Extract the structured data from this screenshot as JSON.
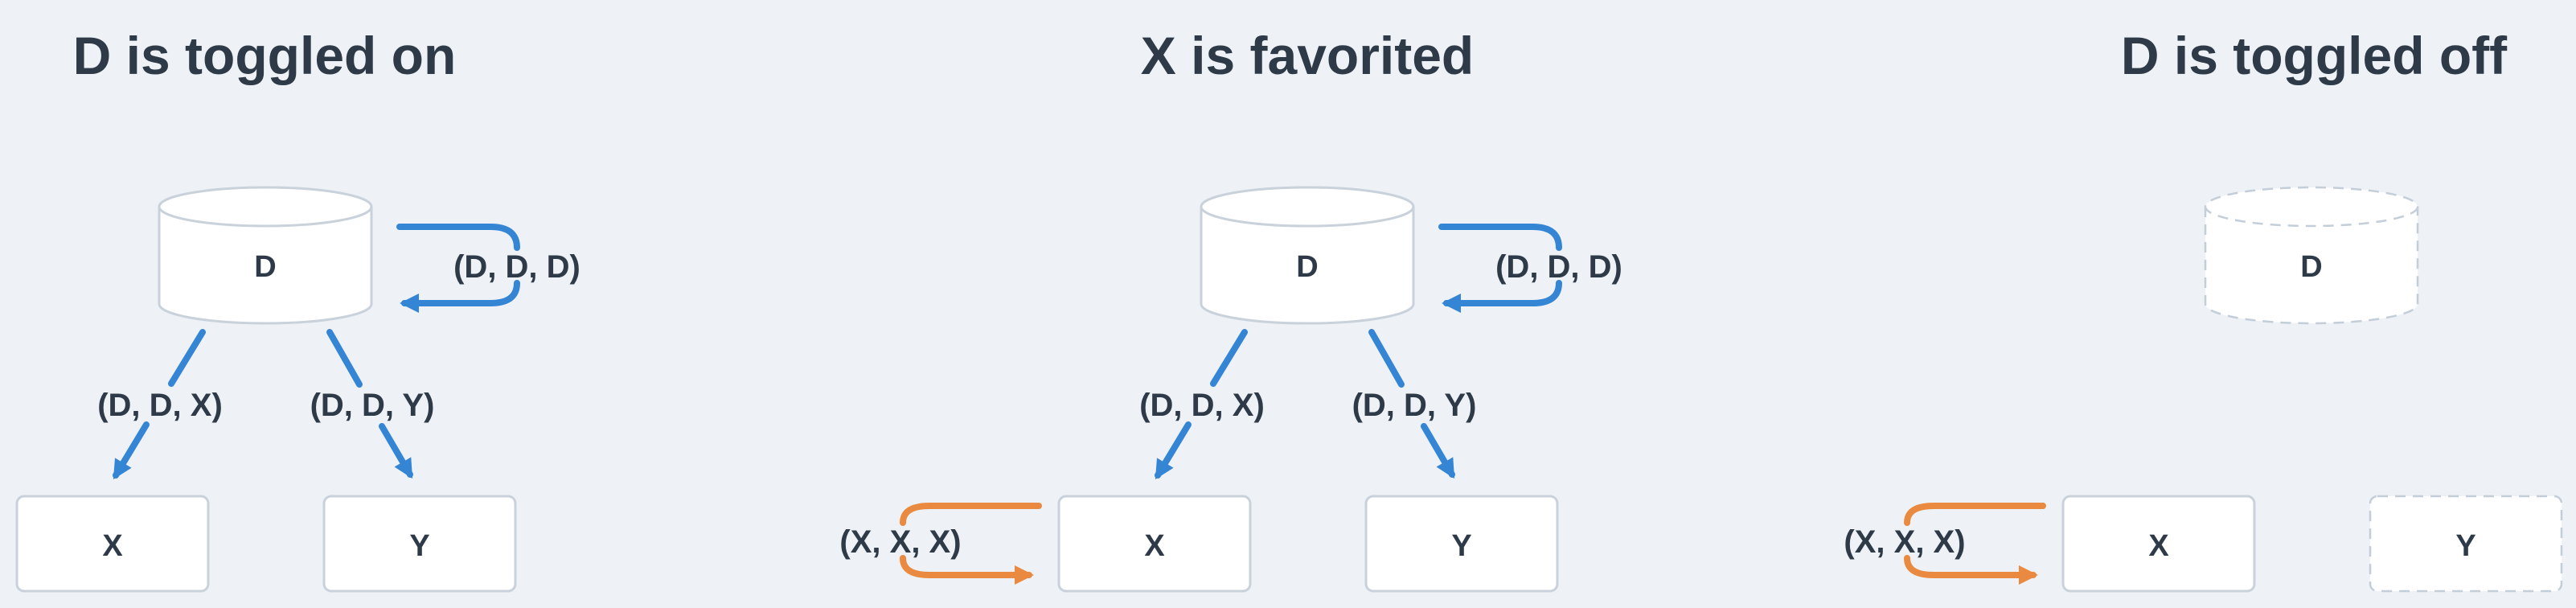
{
  "colors": {
    "background": "#eef1f5",
    "node_fill": "#ffffff",
    "node_border": "#c9d2db",
    "dashed_border": "#c4ced8",
    "text": "#2e3a47",
    "blue_arrow": "#3585d5",
    "orange_arrow": "#e98a40"
  },
  "panels": [
    {
      "title": "D is toggled on",
      "database_label": "D",
      "node_x_label": "X",
      "node_y_label": "Y",
      "db_self_loop_label": "(D, D, D)",
      "edge_to_x_label": "(D, D, X)",
      "edge_to_y_label": "(D, D, Y)"
    },
    {
      "title": "X is favorited",
      "database_label": "D",
      "node_x_label": "X",
      "node_y_label": "Y",
      "db_self_loop_label": "(D, D, D)",
      "edge_to_x_label": "(D, D, X)",
      "edge_to_y_label": "(D, D, Y)",
      "x_self_loop_label": "(X, X, X)"
    },
    {
      "title": "D is toggled off",
      "database_label": "D",
      "node_x_label": "X",
      "node_y_label": "Y",
      "x_self_loop_label": "(X, X, X)"
    }
  ]
}
